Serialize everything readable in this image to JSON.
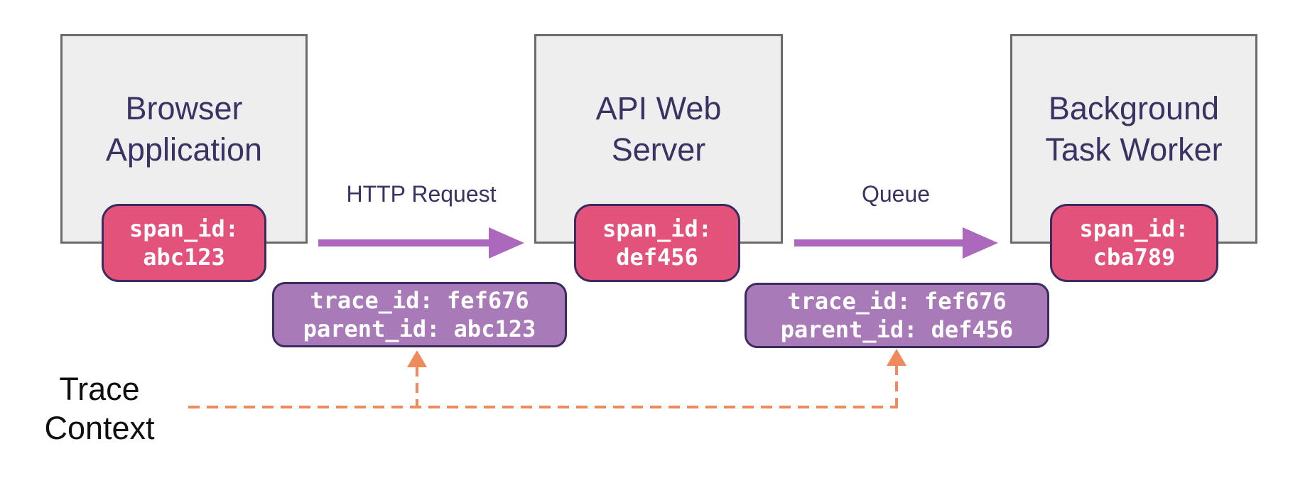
{
  "nodes": [
    {
      "line1": "Browser",
      "line2": "Application",
      "badge": {
        "line1": "span_id:",
        "line2": "abc123"
      }
    },
    {
      "line1": "API Web",
      "line2": "Server",
      "badge": {
        "line1": "span_id:",
        "line2": "def456"
      }
    },
    {
      "line1": "Background",
      "line2": "Task Worker",
      "badge": {
        "line1": "span_id:",
        "line2": "cba789"
      }
    }
  ],
  "arrows": [
    {
      "label": "HTTP Request"
    },
    {
      "label": "Queue"
    }
  ],
  "trace_badges": [
    {
      "line1": "trace_id: fef676",
      "line2": "parent_id: abc123"
    },
    {
      "line1": "trace_id: fef676",
      "line2": "parent_id: def456"
    }
  ],
  "trace_context": {
    "line1": "Trace",
    "line2": "Context"
  },
  "colors": {
    "node_fill": "#eeeeee",
    "node_border": "#6b6b6b",
    "node_title": "#3b3163",
    "span_badge_bg": "#e2527b",
    "trace_badge_bg": "#a87ab8",
    "badge_border": "#3c2b5f",
    "badge_text": "#ffffff",
    "arrow": "#ac68bc",
    "dashed_line": "#ef8a5c",
    "trace_context_text": "#0f0f0f"
  }
}
